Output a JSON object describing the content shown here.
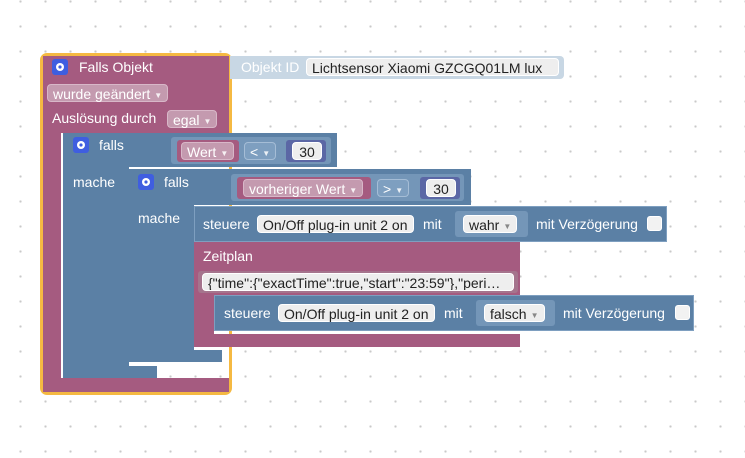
{
  "event_block": {
    "title": "Falls Objekt",
    "object_label": "Objekt ID",
    "object_id": "Lichtsensor Xiaomi GZCGQ01LM lux",
    "change_mode": "wurde geändert",
    "trigger_label": "Auslösung durch",
    "trigger_value": "egal"
  },
  "if_outer": {
    "label": "falls",
    "do_label": "mache",
    "left_operand": "Wert",
    "operator": "<",
    "right_value": "30"
  },
  "if_inner": {
    "label": "falls",
    "do_label": "mache",
    "left_operand": "vorheriger Wert",
    "operator": ">",
    "right_value": "30"
  },
  "control_1": {
    "label": "steuere",
    "device": "On/Off plug-in unit 2 on",
    "with_label": "mit",
    "value": "wahr",
    "delay_label": "mit Verzögerung"
  },
  "schedule": {
    "label": "Zeitplan",
    "value": "{\"time\":{\"exactTime\":true,\"start\":\"23:59\"},\"peri…"
  },
  "control_2": {
    "label": "steuere",
    "device": "On/Off plug-in unit 2 on",
    "with_label": "mit",
    "value": "falsch",
    "delay_label": "mit Verzögerung"
  },
  "colors": {
    "event_block": "#a55b80",
    "logic_block": "#5b80a5",
    "highlight": "#f5b942",
    "gear": "#3f5ee0"
  },
  "icons": {
    "mutator": "gear-icon",
    "dropdown": "triangle-down-icon"
  }
}
